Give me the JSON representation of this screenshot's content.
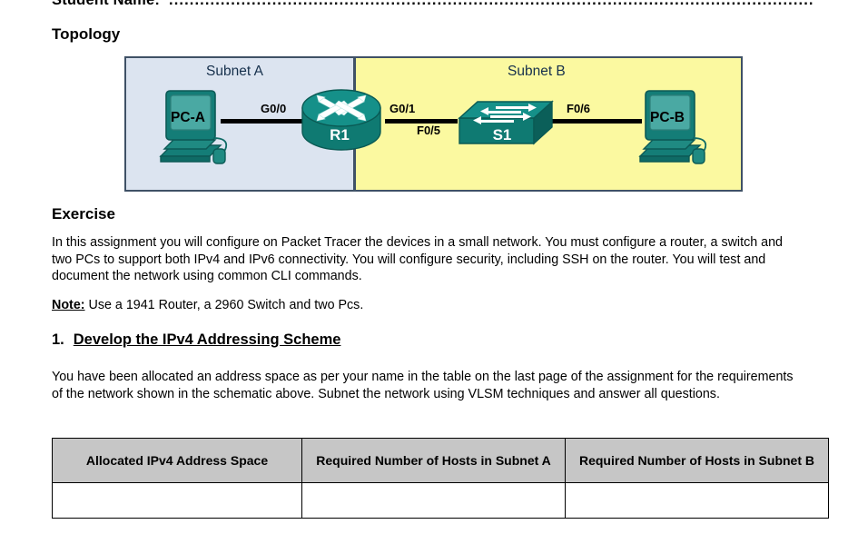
{
  "document": {
    "student_name_label": "Student Name:",
    "dot_leader": "...................................................................................................................................................",
    "headings": {
      "topology": "Topology",
      "exercise": "Exercise",
      "section1_number": "1.",
      "section1_title": "Develop the IPv4 Addressing Scheme"
    },
    "exercise_paragraph": "In this assignment you will configure on Packet Tracer the devices in a small network. You must configure a router, a switch and two PCs to support both IPv4 and IPv6 connectivity. You will configure security, including SSH on the router. You will test and document the network using common CLI commands.",
    "note_label": "Note:",
    "note_text": " Use a 1941 Router, a 2960 Switch and two Pcs.",
    "scheme_paragraph": "You have been allocated an address space as per your name in the table on the last page of the assignment for the requirements of the network shown in the schematic above. Subnet the network using VLSM techniques and answer all questions."
  },
  "topology": {
    "subnet_a_title": "Subnet A",
    "subnet_b_title": "Subnet B",
    "devices": {
      "pc_a": "PC-A",
      "router": "R1",
      "switch": "S1",
      "pc_b": "PC-B"
    },
    "interfaces": {
      "g0_0": "G0/0",
      "g0_1": "G0/1",
      "f0_5": "F0/5",
      "f0_6": "F0/6"
    },
    "colors": {
      "subnet_a_bg": "#dce4f0",
      "subnet_b_bg": "#fbf9a0",
      "border": "#3f5166",
      "device_teal": "#1f8a82",
      "device_teal_dark": "#0f6b66",
      "screen_teal": "#4aa9a3"
    }
  },
  "table": {
    "headers": [
      "Allocated IPv4 Address Space",
      "Required Number of Hosts in Subnet A",
      "Required Number of Hosts in Subnet B"
    ],
    "rows": [
      [
        "",
        "",
        ""
      ]
    ]
  }
}
